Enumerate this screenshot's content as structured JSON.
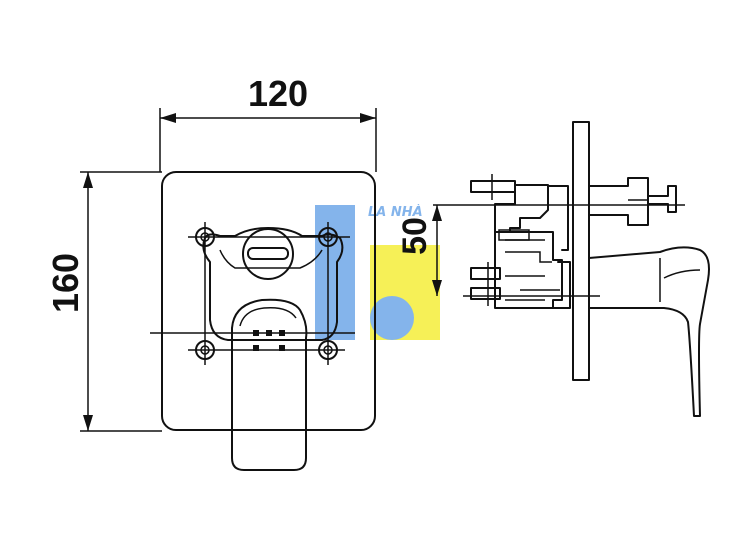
{
  "dimensions": {
    "width_label": "120",
    "height_label": "160",
    "center_distance_label": "50"
  },
  "watermark": {
    "text": "LA NHÀ",
    "blue": "#6fa8e8",
    "yellow": "#f5ee3a"
  },
  "colors": {
    "line": "#111111",
    "background": "#ffffff"
  }
}
